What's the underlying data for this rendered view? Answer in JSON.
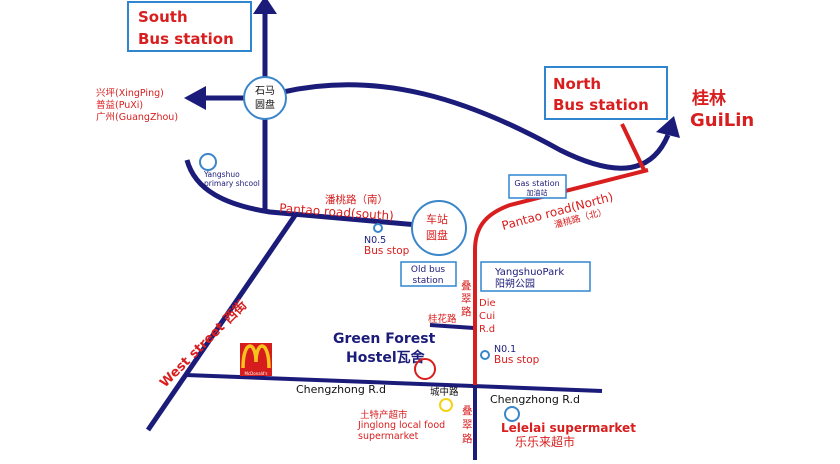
{
  "colors": {
    "navy": "#1b1b7a",
    "red": "#d81e1e",
    "circle_blue": "#3a86c8",
    "box_blue": "#2f86cf",
    "yellow": "#f2d21a",
    "mcd_red": "#d61c1c",
    "mcd_yellow": "#f7c21b"
  },
  "destinations": {
    "south_bus": [
      "South",
      "Bus station"
    ],
    "north_bus": [
      "North",
      "Bus station"
    ],
    "guilin_cn": "桂林",
    "guilin_en": "GuiLin",
    "xingping": "兴坪(XingPing)",
    "puxi": "普益(PuXi)",
    "guangzhou": "广州(GuangZhou)"
  },
  "roundabouts": {
    "shima": [
      "石马",
      "圆盘"
    ],
    "station": [
      "车站",
      "圆盘"
    ]
  },
  "roads": {
    "pantao_south_cn": "潘桃路（南）",
    "pantao_south_en": "Pantao road(south)",
    "pantao_north_en": "Pantao road(North)",
    "pantao_north_cn": "潘桃路（北）",
    "west_street": "West street",
    "west_street_cn": "西街",
    "chengzhong_left": "Chengzhong R.d",
    "chengzhong_right": "Chengzhong R.d",
    "chengzhong_cn": "城中路",
    "diecui_cn_top": [
      "叠",
      "翠",
      "路"
    ],
    "diecui_en": [
      "Die",
      "Cui",
      "R.d"
    ],
    "diecui_cn_bottom": [
      "叠",
      "翠",
      "路"
    ],
    "guihua": "桂花路"
  },
  "places": {
    "primary_school": [
      "Yangshuo",
      "primary shcool"
    ],
    "gas_station": [
      "Gas station",
      "加油站"
    ],
    "old_bus": [
      "Old bus",
      "station"
    ],
    "park": [
      "YangshuoPark",
      "阳朔公园"
    ],
    "hostel": [
      "Green Forest",
      "Hostel瓦舍"
    ],
    "jinglong": [
      "土特产超市",
      "Jinglong local food",
      "supermarket"
    ],
    "lelelai": [
      "Lelelai supermarket",
      "乐乐来超市"
    ],
    "mcdonalds": "McDonald's"
  },
  "bus_stops": {
    "no5": [
      "N0.5",
      "Bus stop"
    ],
    "no1": [
      "N0.1",
      "Bus stop"
    ]
  }
}
